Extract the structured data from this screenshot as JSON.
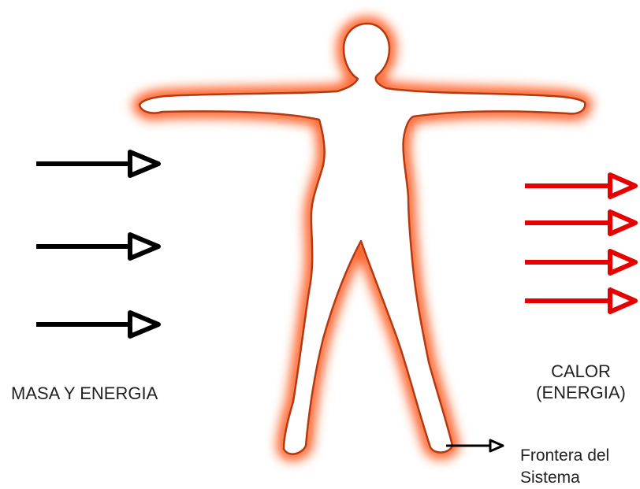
{
  "labels": {
    "input": "MASA Y ENERGIA",
    "heat_line1": "CALOR",
    "heat_line2": "(ENERGIA)",
    "boundary_line1": "Frontera del",
    "boundary_line2": "Sistema"
  },
  "colors": {
    "input_arrows": "#000000",
    "heat_arrows": "#e60000",
    "glow": "#ff5a1a",
    "outline": "#b33a12",
    "text": "#222222"
  },
  "arrows": {
    "input_count": 3,
    "heat_count": 4,
    "boundary_pointer_count": 1
  },
  "icons": {
    "figure": "human-body-silhouette-icon",
    "arrow": "right-arrow-icon"
  }
}
